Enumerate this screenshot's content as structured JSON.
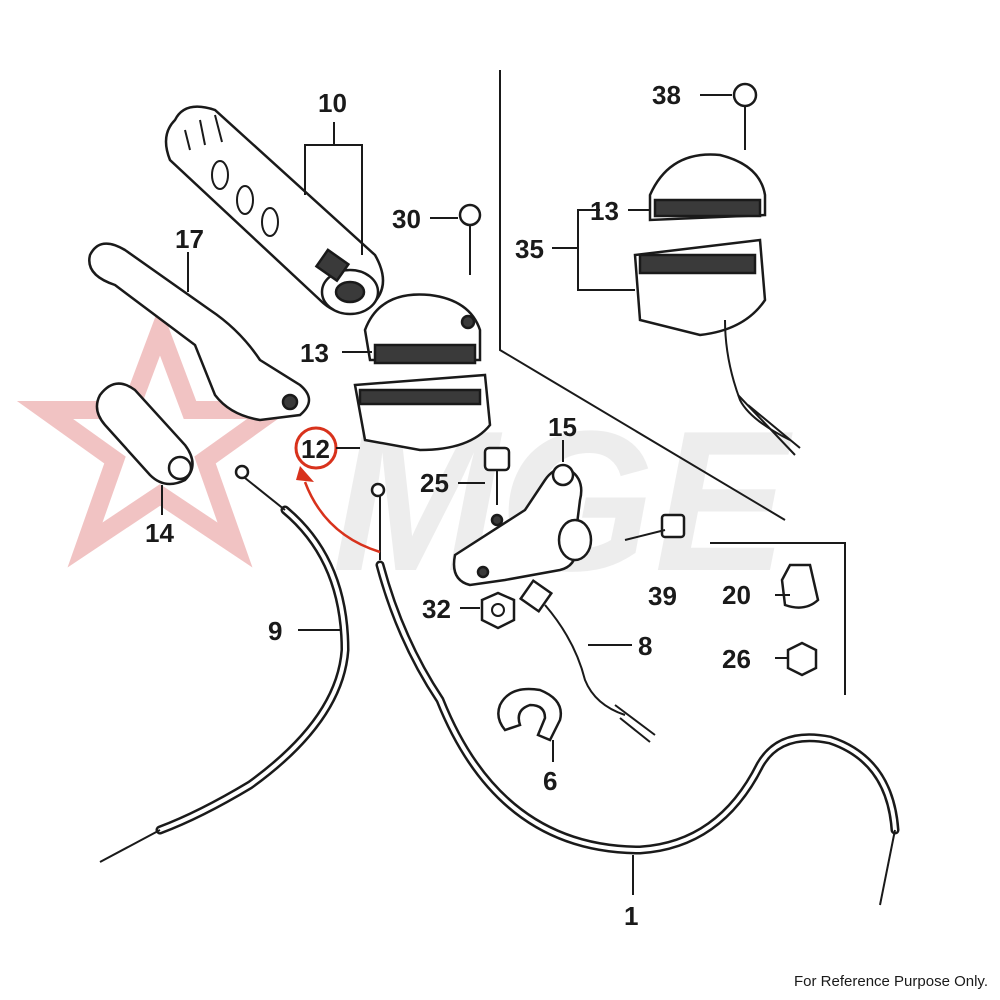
{
  "watermark": {
    "text": "MGE",
    "color": "#e8a8a8"
  },
  "footer_note": "For Reference Purpose Only.",
  "highlight": {
    "label": "12",
    "color": "#d8321c"
  },
  "callouts": {
    "p1": "1",
    "p6": "6",
    "p8": "8",
    "p9": "9",
    "p10": "10",
    "p13a": "13",
    "p13b": "13",
    "p14": "14",
    "p15": "15",
    "p17": "17",
    "p20": "20",
    "p25": "25",
    "p26": "26",
    "p30": "30",
    "p32": "32",
    "p35": "35",
    "p38": "38",
    "p39": "39"
  }
}
